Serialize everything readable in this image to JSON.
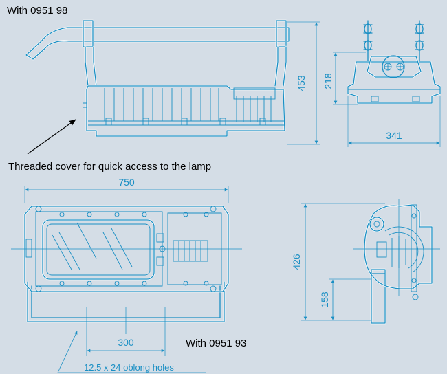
{
  "labels": {
    "accessory_top": "With 0951 98",
    "accessory_bottom": "With 0951 93",
    "cover_note": "Threaded cover for quick access to the lamp",
    "holes_note": "12.5 x 24 oblong holes"
  },
  "dimensions": {
    "height_with_bracket": "453",
    "side_height": "218",
    "side_width": "341",
    "length": "750",
    "height_with_frame": "426",
    "bracket_height": "158",
    "hole_spacing": "300"
  },
  "colors": {
    "background": "#d4dde6",
    "outline": "#1a8fc4",
    "fill_highlight": "#ffffff",
    "text": "#000000"
  }
}
